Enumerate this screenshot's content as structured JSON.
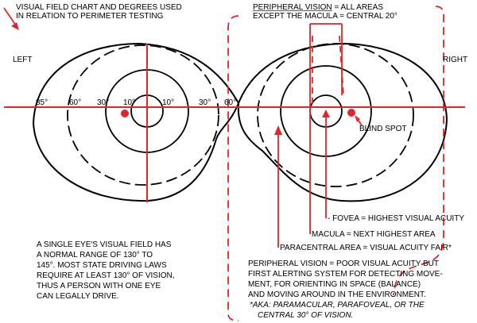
{
  "colors": {
    "accent": "#e0262b",
    "ink": "#000000"
  },
  "title": {
    "line1": "VISUAL FIELD CHART AND DEGREES USED",
    "line2": "IN RELATION TO PERIMETER TESTING"
  },
  "left_label": "LEFT",
  "right_label": "RIGHT",
  "peripheral_top": {
    "line1_highlight": "PERIPHERAL VISION",
    "line1_rest": " = ALL AREAS",
    "line2": "EXCEPT THE MACULA = CENTRAL 20°"
  },
  "degrees_left": [
    "85°",
    "60°",
    "30°",
    "10°",
    "10°",
    "30°"
  ],
  "degree_60_right": "60°",
  "blind_spot": "BLIND SPOT",
  "fovea": "- FOVEA = HIGHEST VISUAL ACUITY",
  "macula": "MACULA = NEXT HIGHEST AREA",
  "paracentral": "PARACENTRAL AREA = VISUAL ACUITY FAIR*",
  "peripheral_bottom": {
    "line1": "PERIPHERAL VISION = POOR VISUAL ACUITY BUT",
    "line2": "FIRST ALERTING SYSTEM FOR DETECTING MOVE-",
    "line3": "MENT, FOR ORIENTING IN SPACE (BALANCE)",
    "line4": "AND MOVING AROUND IN THE ENVIRONMENT.",
    "note1": "*AKA: PARAMACULAR, PARAFOVEAL, OR THE",
    "note2": "CENTRAL 30° OF VISION."
  },
  "single_eye": {
    "line1": "A SINGLE EYE'S VISUAL FIELD HAS",
    "line2": "A NORMAL RANGE OF 130° TO",
    "line3": "145°. MOST STATE DRIVING LAWS",
    "line4": "REQUIRE AT LEAST 130° OF VISION,",
    "line5": "THUS A PERSON WITH ONE EYE",
    "line6": "CAN LEGALLY DRIVE."
  }
}
